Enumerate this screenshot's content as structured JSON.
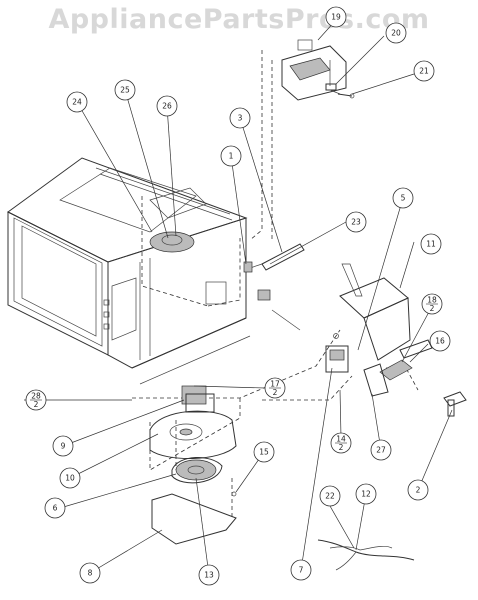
{
  "watermark": "AppliancePartsPros.com",
  "callouts": [
    {
      "id": "19",
      "label": "19"
    },
    {
      "id": "20",
      "label": "20"
    },
    {
      "id": "21",
      "label": "21"
    },
    {
      "id": "24",
      "label": "24"
    },
    {
      "id": "25",
      "label": "25"
    },
    {
      "id": "26",
      "label": "26"
    },
    {
      "id": "3",
      "label": "3"
    },
    {
      "id": "1",
      "label": "1"
    },
    {
      "id": "5",
      "label": "5"
    },
    {
      "id": "23",
      "label": "23"
    },
    {
      "id": "11",
      "label": "11"
    },
    {
      "id": "18",
      "label": "18",
      "sub": "2"
    },
    {
      "id": "16",
      "label": "16"
    },
    {
      "id": "28",
      "label": "28",
      "sub": "2"
    },
    {
      "id": "17",
      "label": "17",
      "sub": "2"
    },
    {
      "id": "9",
      "label": "9"
    },
    {
      "id": "10",
      "label": "10"
    },
    {
      "id": "14",
      "label": "14",
      "sub": "2"
    },
    {
      "id": "27",
      "label": "27"
    },
    {
      "id": "15",
      "label": "15"
    },
    {
      "id": "6",
      "label": "6"
    },
    {
      "id": "2",
      "label": "2"
    },
    {
      "id": "22",
      "label": "22"
    },
    {
      "id": "12",
      "label": "12"
    },
    {
      "id": "8",
      "label": "8"
    },
    {
      "id": "13",
      "label": "13"
    },
    {
      "id": "7",
      "label": "7"
    }
  ]
}
